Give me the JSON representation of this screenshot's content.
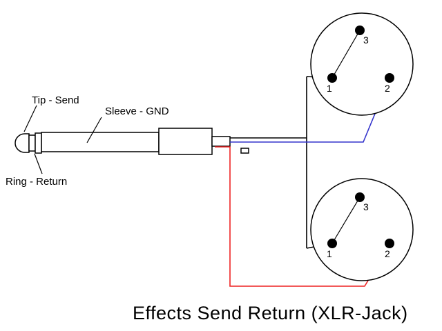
{
  "title": "Effects Send Return (XLR-Jack)",
  "jack": {
    "tip_label": "Tip - Send",
    "sleeve_label": "Sleeve - GND",
    "ring_label": "Ring - Return"
  },
  "xlr_top": {
    "pin1": "1",
    "pin2": "2",
    "pin3": "3"
  },
  "xlr_bottom": {
    "pin1": "1",
    "pin2": "2",
    "pin3": "3"
  },
  "colors": {
    "diagram_ink": "#000000",
    "send_wire_blue": "#3333cc",
    "return_wire_red": "#ee2222"
  }
}
